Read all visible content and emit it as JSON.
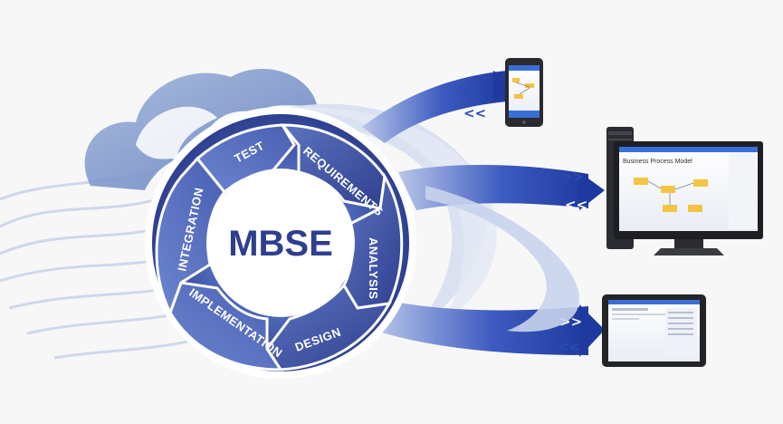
{
  "diagram": {
    "center_label": "MBSE",
    "segments": [
      {
        "key": "requirements",
        "label": "REQUIREMENTS"
      },
      {
        "key": "analysis",
        "label": "ANALYSIS"
      },
      {
        "key": "design",
        "label": "DESIGN"
      },
      {
        "key": "implementation",
        "label": "IMPLEMENTATION"
      },
      {
        "key": "integration",
        "label": "INTEGRATION"
      },
      {
        "key": "test",
        "label": "TEST"
      }
    ],
    "arrow_glyphs": {
      "forward": ">>",
      "backward": "<<"
    },
    "colors": {
      "ring_outer": "#3b4f9f",
      "ring_light": "#6f86c8",
      "ring_dark": "#2b3a8a",
      "arrow_dark": "#233d9b",
      "arrow_light": "#6f8fd8",
      "cloud": "#7d97c9",
      "wave": "#c9d3e8"
    },
    "devices": [
      {
        "key": "phone",
        "icon": "smartphone-icon"
      },
      {
        "key": "desktop",
        "icon": "desktop-monitor-icon",
        "screen_title": "Business Process Model"
      },
      {
        "key": "tablet",
        "icon": "tablet-icon"
      }
    ]
  }
}
